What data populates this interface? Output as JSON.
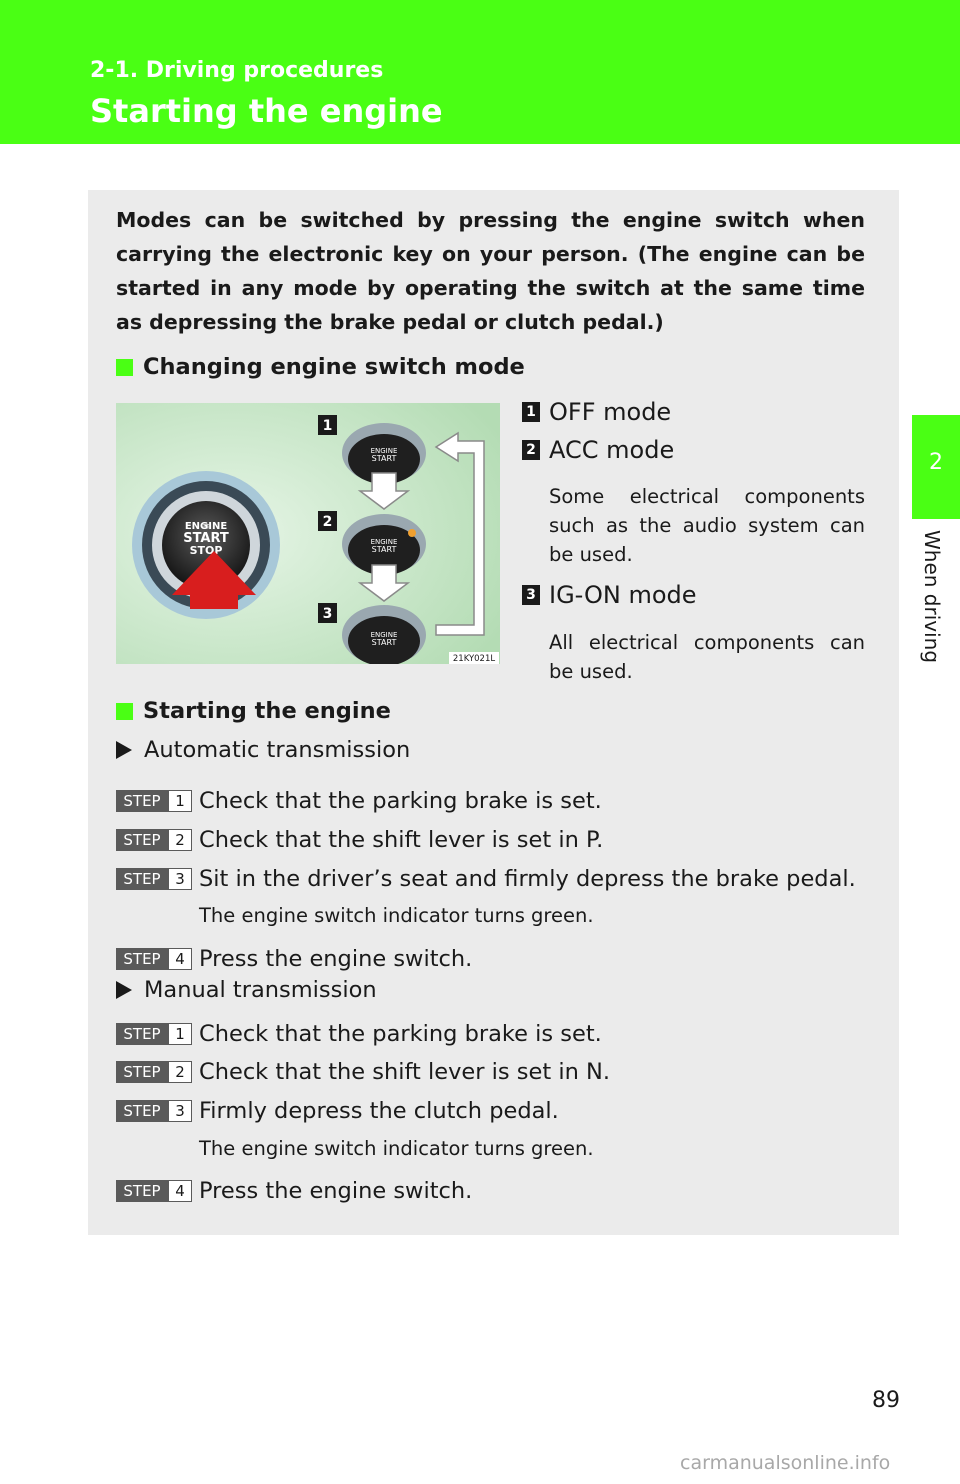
{
  "header": {
    "section": "2-1. Driving procedures",
    "title": "Starting the engine"
  },
  "side_tab": {
    "chapter_number": "2",
    "chapter_label": "When driving"
  },
  "intro": "Modes can be switched by pressing the engine switch when carrying the electronic key on your person. (The engine can be started in any mode by operating the switch at the same time as depressing the brake pedal or clutch pedal.)",
  "section_mode": {
    "heading": "Changing engine switch mode",
    "figure": {
      "code": "21KY021L",
      "button_large": [
        "ENGINE",
        "START",
        "STOP"
      ],
      "button_small": [
        "ENGINE",
        "START"
      ],
      "markers": [
        "1",
        "2",
        "3"
      ]
    },
    "modes": [
      {
        "num": "1",
        "label": "OFF mode",
        "desc": ""
      },
      {
        "num": "2",
        "label": "ACC mode",
        "desc": "Some electrical components such as the audio system can be used."
      },
      {
        "num": "3",
        "label": "IG-ON mode",
        "desc": "All electrical components can be used."
      }
    ]
  },
  "section_start": {
    "heading": "Starting the engine",
    "step_word": "STEP",
    "automatic": {
      "title": "Automatic transmission",
      "steps": [
        {
          "num": "1",
          "text": "Check that the parking brake is set.",
          "note": ""
        },
        {
          "num": "2",
          "text": "Check that the shift lever is set in P.",
          "note": ""
        },
        {
          "num": "3",
          "text": "Sit in the driver’s seat and firmly depress the brake pedal.",
          "note": "The engine switch indicator turns green."
        },
        {
          "num": "4",
          "text": "Press the engine switch.",
          "note": ""
        }
      ]
    },
    "manual": {
      "title": "Manual transmission",
      "steps": [
        {
          "num": "1",
          "text": "Check that the parking brake is set.",
          "note": ""
        },
        {
          "num": "2",
          "text": "Check that the shift lever is set in N.",
          "note": ""
        },
        {
          "num": "3",
          "text": "Firmly depress the clutch pedal.",
          "note": "The engine switch indicator turns green."
        },
        {
          "num": "4",
          "text": "Press the engine switch.",
          "note": ""
        }
      ]
    }
  },
  "page_number": "89",
  "watermark": "carmanualsonline.info",
  "colors": {
    "accent": "#4aff14",
    "panel": "#ebebeb",
    "arrow": "#d81e1e"
  }
}
